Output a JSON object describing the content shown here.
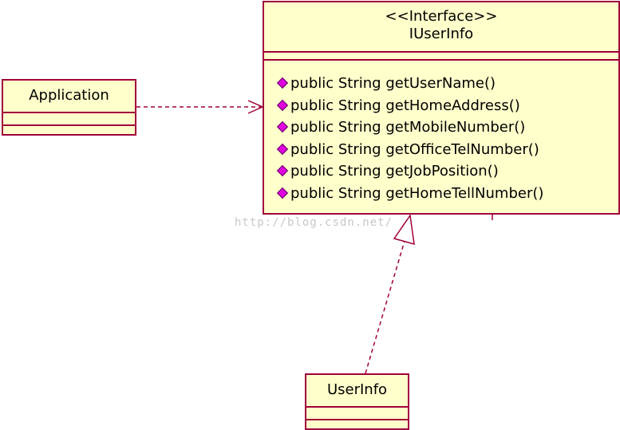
{
  "interface_class": {
    "stereotype": "<<Interface>>",
    "name": "IUserInfo",
    "operations": [
      "public String getUserName()",
      "public String getHomeAddress()",
      "public String getMobileNumber()",
      "public String getOfficeTelNumber()",
      "public String getJobPosition()",
      "public String getHomeTellNumber()"
    ]
  },
  "application_class": {
    "name": "Application"
  },
  "userinfo_class": {
    "name": "UserInfo"
  },
  "relations": [
    {
      "type": "dependency",
      "from": "Application",
      "to": "IUserInfo"
    },
    {
      "type": "realization",
      "from": "UserInfo",
      "to": "IUserInfo"
    }
  ],
  "watermark": "http://blog.csdn.net/",
  "colors": {
    "box_fill": "#ffffcc",
    "box_border": "#a0003c",
    "operation_icon": "#e000e0"
  }
}
